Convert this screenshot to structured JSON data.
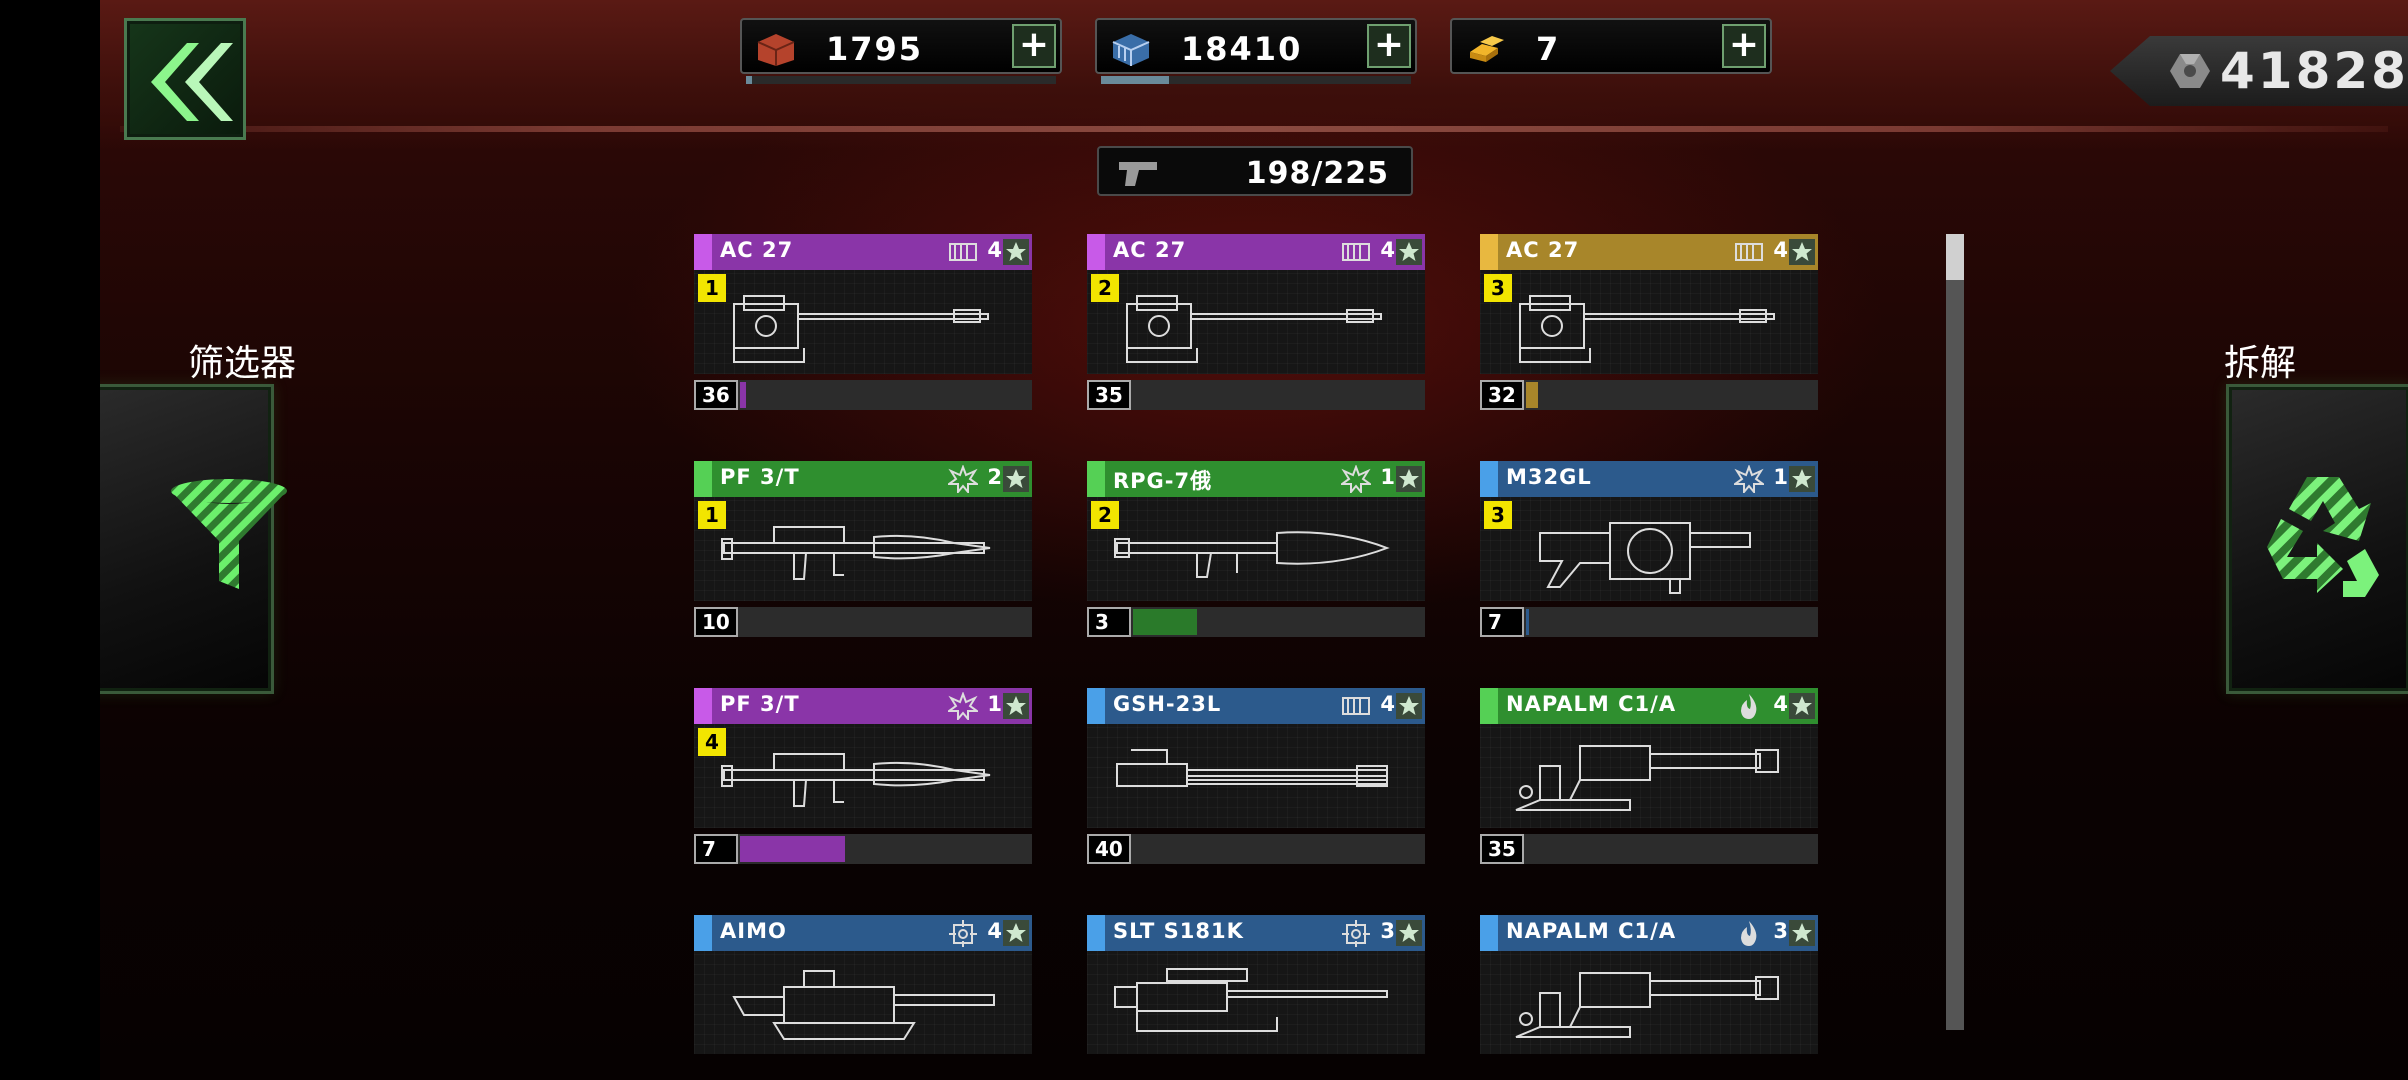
{
  "colors": {
    "purple": "#8a35a8",
    "gold": "#a8862a",
    "green": "#2f8f2f",
    "blue": "#2c5a8c",
    "accent_green": "#6cf06c",
    "rank_yellow": "#f2e500"
  },
  "resources": [
    {
      "icon": "crate-icon",
      "value": "1795",
      "progress": 0.02
    },
    {
      "icon": "ammo-box-icon",
      "value": "18410",
      "progress": 0.22
    },
    {
      "icon": "gold-bar-icon",
      "value": "7",
      "progress": 0.0
    }
  ],
  "money": {
    "icon": "hex-nut-icon",
    "value": "41828"
  },
  "capacity": {
    "icon": "pistol-icon",
    "value": "198/225"
  },
  "filter": {
    "label": "筛选器",
    "icon": "funnel-icon"
  },
  "dismantle": {
    "label": "拆解",
    "icon": "recycle-icon"
  },
  "weapons": [
    {
      "name": "AC 27",
      "color": "purple",
      "effect": "ammo-belt-icon",
      "level": "4",
      "rank": "1",
      "count": "36",
      "progress": 0.02,
      "shape": "cannon"
    },
    {
      "name": "AC 27",
      "color": "purple",
      "effect": "ammo-belt-icon",
      "level": "4",
      "rank": "2",
      "count": "35",
      "progress": 0.0,
      "shape": "cannon"
    },
    {
      "name": "AC 27",
      "color": "gold",
      "effect": "ammo-belt-icon",
      "level": "4",
      "rank": "3",
      "count": "32",
      "progress": 0.04,
      "shape": "cannon"
    },
    {
      "name": "PF 3/T",
      "color": "green",
      "effect": "explosion-icon",
      "level": "2",
      "rank": "1",
      "count": "10",
      "progress": 0.0,
      "shape": "launcher"
    },
    {
      "name": "RPG-7俄",
      "color": "green",
      "effect": "explosion-icon",
      "level": "1",
      "rank": "2",
      "count": "3",
      "progress": 0.22,
      "shape": "rpg"
    },
    {
      "name": "M32GL",
      "color": "blue",
      "effect": "explosion-icon",
      "level": "1",
      "rank": "3",
      "count": "7",
      "progress": 0.01,
      "shape": "grenade"
    },
    {
      "name": "PF 3/T",
      "color": "purple",
      "effect": "explosion-icon",
      "level": "1",
      "rank": "4",
      "count": "7",
      "progress": 0.36,
      "shape": "launcher"
    },
    {
      "name": "GSH-23L",
      "color": "blue",
      "effect": "ammo-belt-icon",
      "level": "4",
      "rank": "",
      "count": "40",
      "progress": 0.0,
      "shape": "gatling"
    },
    {
      "name": "NAPALM C1/A",
      "color": "green",
      "effect": "flame-icon",
      "level": "4",
      "rank": "",
      "count": "35",
      "progress": 0.0,
      "shape": "artillery"
    },
    {
      "name": "AIMO",
      "color": "blue",
      "effect": "crosshair-icon",
      "level": "4",
      "rank": "",
      "count": "",
      "progress": 0.0,
      "shape": "heavy"
    },
    {
      "name": "SLT S181K",
      "color": "blue",
      "effect": "crosshair-icon",
      "level": "3",
      "rank": "",
      "count": "",
      "progress": 0.0,
      "shape": "sniper"
    },
    {
      "name": "NAPALM C1/A",
      "color": "blue",
      "effect": "flame-icon",
      "level": "3",
      "rank": "",
      "count": "",
      "progress": 0.0,
      "shape": "artillery"
    }
  ]
}
